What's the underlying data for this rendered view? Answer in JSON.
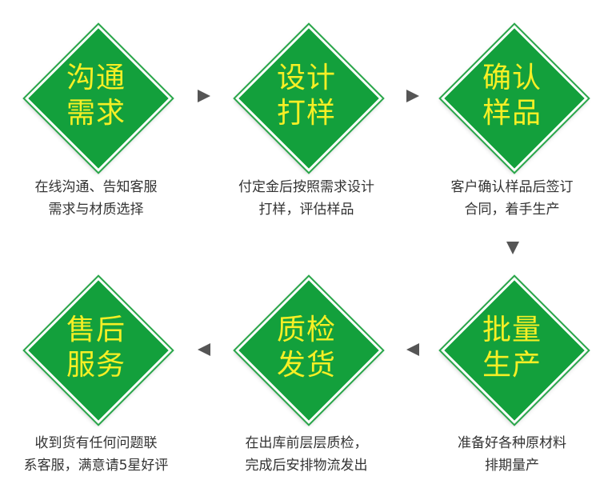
{
  "steps": [
    {
      "title_line1": "沟通",
      "title_line2": "需求",
      "desc_line1": "在线沟通、告知客服",
      "desc_line2": "需求与材质选择"
    },
    {
      "title_line1": "设计",
      "title_line2": "打样",
      "desc_line1": "付定金后按照需求设计",
      "desc_line2": "打样，评估样品"
    },
    {
      "title_line1": "确认",
      "title_line2": "样品",
      "desc_line1": "客户确认样品后签订",
      "desc_line2": "合同，着手生产"
    },
    {
      "title_line1": "批量",
      "title_line2": "生产",
      "desc_line1": "准备好各种原材料",
      "desc_line2": "排期量产"
    },
    {
      "title_line1": "质检",
      "title_line2": "发货",
      "desc_line1": "在出库前层层质检，",
      "desc_line2": "完成后安排物流发出"
    },
    {
      "title_line1": "售后",
      "title_line2": "服务",
      "desc_line1": "收到货有任何问题联",
      "desc_line2": "系客服，满意请5星好评"
    }
  ],
  "colors": {
    "diamond": "#13a03c",
    "title_text": "#f6ef25",
    "desc_text": "#333333",
    "arrow": "#555555"
  }
}
